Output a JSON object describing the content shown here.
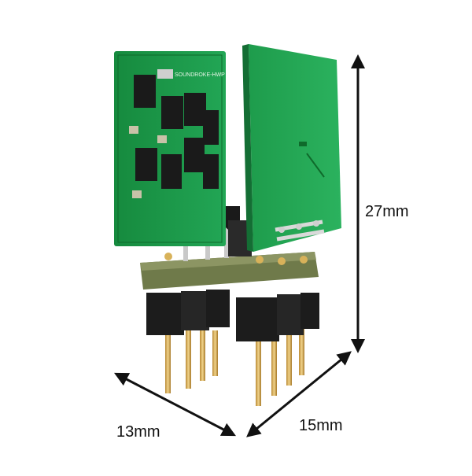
{
  "image": {
    "kind": "product-photo",
    "subject": "dual op-amp module with header pins"
  },
  "board_silkscreen": "SOUNDROKE-HWP",
  "dimensions": {
    "height_label": "27mm",
    "width_label": "13mm",
    "depth_label": "15mm"
  },
  "colors": {
    "background": "#ffffff",
    "pcb_green": "#1f9a4a",
    "pcb_dark": "#146e34",
    "chip_black": "#1a1a1a",
    "pin_gold": "#d3a84e",
    "header_black": "#1c1c1c",
    "arrow_black": "#111111"
  }
}
